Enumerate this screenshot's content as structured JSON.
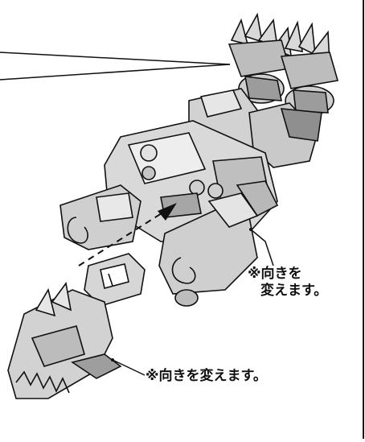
{
  "annotations": {
    "orientation_note_right": {
      "line1": "※向きを",
      "line2": "変えます。"
    },
    "orientation_note_bottom": "※向きを変えます。"
  },
  "colors": {
    "ink": "#111111",
    "part_light": "#d9d9d9",
    "part_mid": "#a9a9a9",
    "part_dark": "#6f6f6f",
    "background": "#ffffff"
  }
}
